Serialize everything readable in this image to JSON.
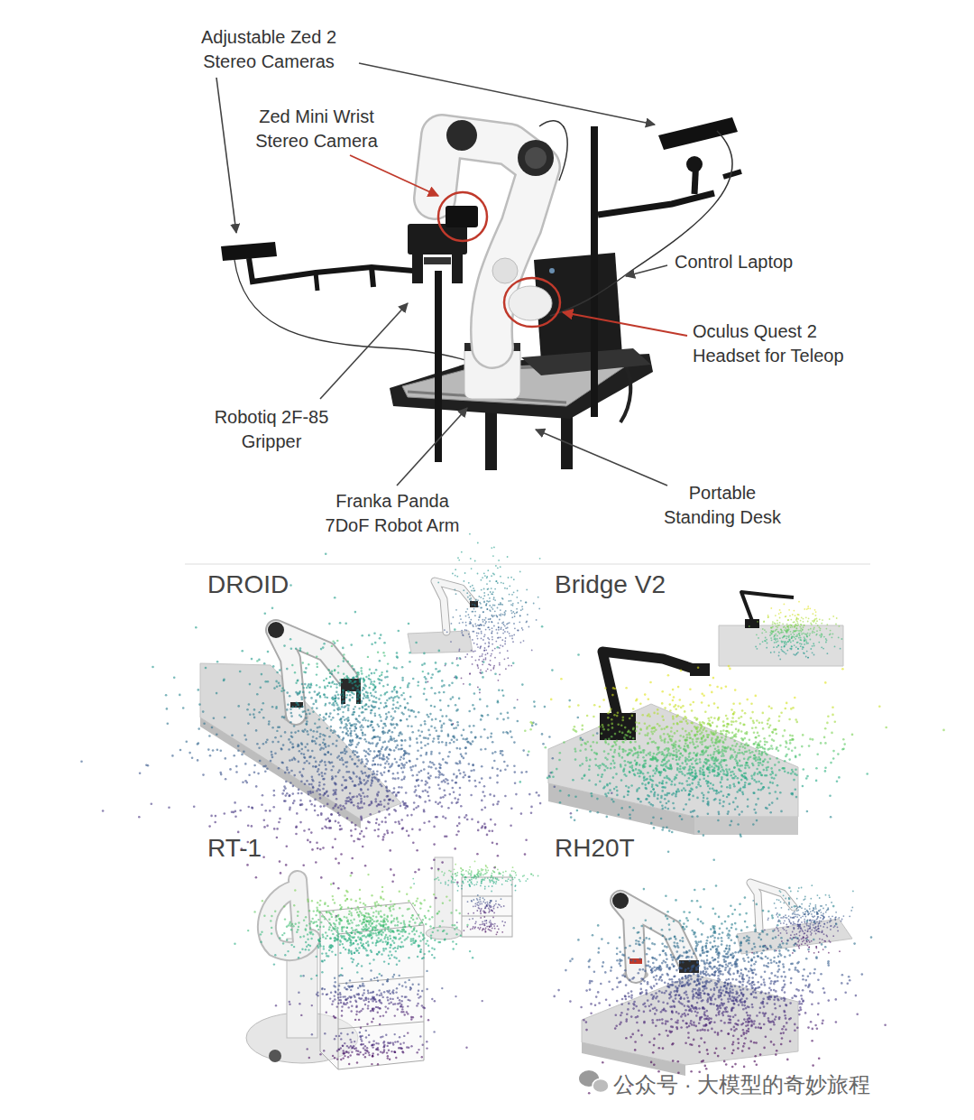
{
  "diagram": {
    "labels": [
      "Adjustable Zed 2 Stereo Cameras",
      "Zed Mini Wrist Stereo Camera",
      "Control Laptop",
      "Oculus Quest 2 Headset for Teleop",
      "Robotiq 2F-85 Gripper",
      "Franka Panda 7DoF Robot Arm",
      "Portable Standing Desk",
      "DROID",
      "Bridge V2",
      "RT-1",
      "RH20T",
      "公众号 · 大模型的奇妙旅程"
    ]
  }
}
